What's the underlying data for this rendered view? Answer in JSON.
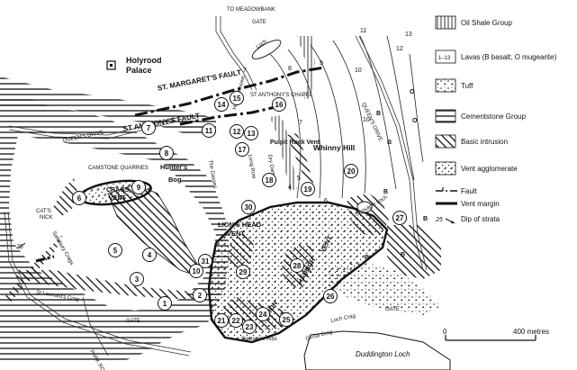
{
  "map": {
    "labels": {
      "meadowbank": "TO MEADOWBANK",
      "gate_top": "GATE",
      "holyrood": "Holyrood",
      "palace": "Palace",
      "st_margarets_fault": "ST. MARGARET'S FAULT",
      "st_anthonys_fault": "ST ANTHONY'S FAULT",
      "st_anthonys_chapel": "ST ANTHONY'S CHAPEL",
      "haggis_knowe": "Haggis Knowe",
      "loch": "Loch",
      "queens_drive_left": "QUEEN'S DRIVE",
      "queens_drive_right": "QUEEN'S DRIVE",
      "pulpit_rock_vent": "Pulpit Rock Vent",
      "whinny_hill": "Whinny Hill",
      "camstone_quarries": "CAMSTONE QUARRIES",
      "hunters_bog_1": "Hunter's",
      "hunters_bog_2": "Bog",
      "the_dasses": "The Dasses",
      "long_row": "Long Row",
      "dry_dam": "Dry Dam",
      "crags_vent_1": "CRAGS",
      "crags_vent_2": "VENT",
      "cats_nick_1": "CAT'S",
      "cats_nick_2": "NICK",
      "salisbury_crags": "Salisbury Crags",
      "lions_head_vent_1": "LION'S HEAD",
      "lions_head_vent_2": "VENT",
      "haunch_vent_1": "HAUNCH",
      "haunch_vent_2": "VENT",
      "lion": "LION",
      "dunsapie_loch": "Dunsapie Loch",
      "st_leonards_crag": "St Leonard's Crag",
      "gate_bottom": "GATE",
      "gate_right": "GATE",
      "loch_crag": "Loch Crag",
      "girnal_crag": "Girnal Crag",
      "samsons_ribs": "Samson's Ribs",
      "park_road": "PARK ROAD",
      "duddington_loch": "Duddington Loch",
      "dip_value": "26"
    },
    "locality_numbers": [
      "1",
      "2",
      "3",
      "4",
      "5",
      "6",
      "7",
      "8",
      "9",
      "10",
      "11",
      "12",
      "13",
      "14",
      "15",
      "16",
      "17",
      "18",
      "19",
      "20",
      "21",
      "22",
      "23",
      "24",
      "25",
      "26",
      "27",
      "28",
      "29",
      "30",
      "31"
    ],
    "lava_numbers": [
      "1",
      "2",
      "3",
      "4",
      "5",
      "6",
      "7",
      "8",
      "9",
      "10",
      "11",
      "12",
      "13"
    ],
    "lava_symbols": {
      "basalt": "B",
      "mugearite": "O"
    },
    "scale": {
      "start": "0",
      "end": "400 metres"
    }
  },
  "legend": {
    "oil_shale": "Oil Shale Group",
    "lavas": "Lavas (B basalt; O mugearite)",
    "lavas_box": "1–13",
    "tuff": "Tuff",
    "cementstone": "Cementstone Group",
    "basic_intrusion": "Basic intrusion",
    "vent_agglomerate": "Vent agglomerate",
    "fault": "Fault",
    "vent_margin": "Vent margin",
    "dip_value": "25",
    "dip": "Dip of strata"
  }
}
